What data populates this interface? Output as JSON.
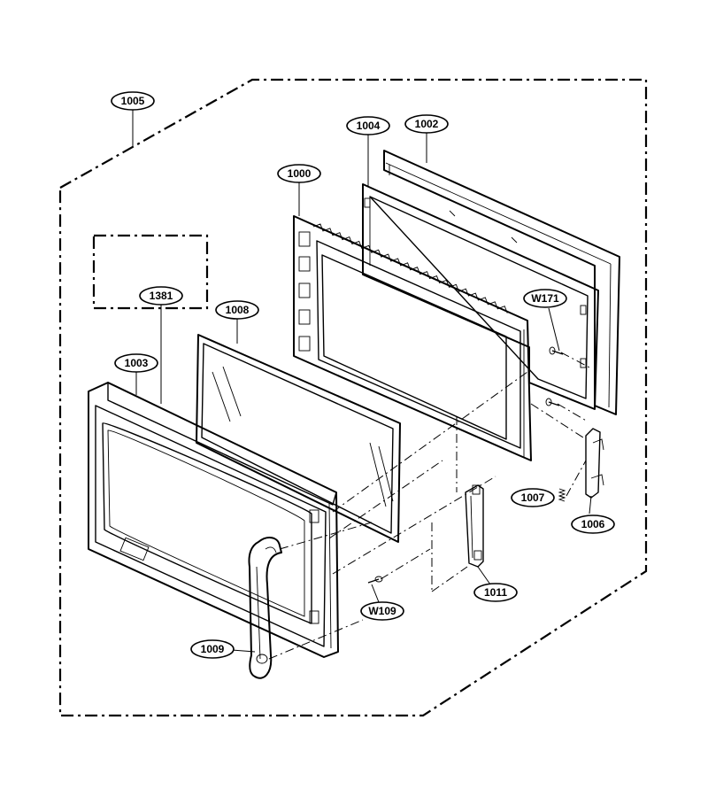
{
  "parts": [
    {
      "id": "p1005",
      "label": "1005"
    },
    {
      "id": "p1004",
      "label": "1004"
    },
    {
      "id": "p1002",
      "label": "1002"
    },
    {
      "id": "p1000",
      "label": "1000"
    },
    {
      "id": "p1381",
      "label": "1381"
    },
    {
      "id": "p1008",
      "label": "1008"
    },
    {
      "id": "p1003",
      "label": "1003"
    },
    {
      "id": "pW171",
      "label": "W171"
    },
    {
      "id": "p1007",
      "label": "1007"
    },
    {
      "id": "p1006",
      "label": "1006"
    },
    {
      "id": "p1011",
      "label": "1011"
    },
    {
      "id": "pW109",
      "label": "W109"
    },
    {
      "id": "p1009",
      "label": "1009"
    }
  ]
}
